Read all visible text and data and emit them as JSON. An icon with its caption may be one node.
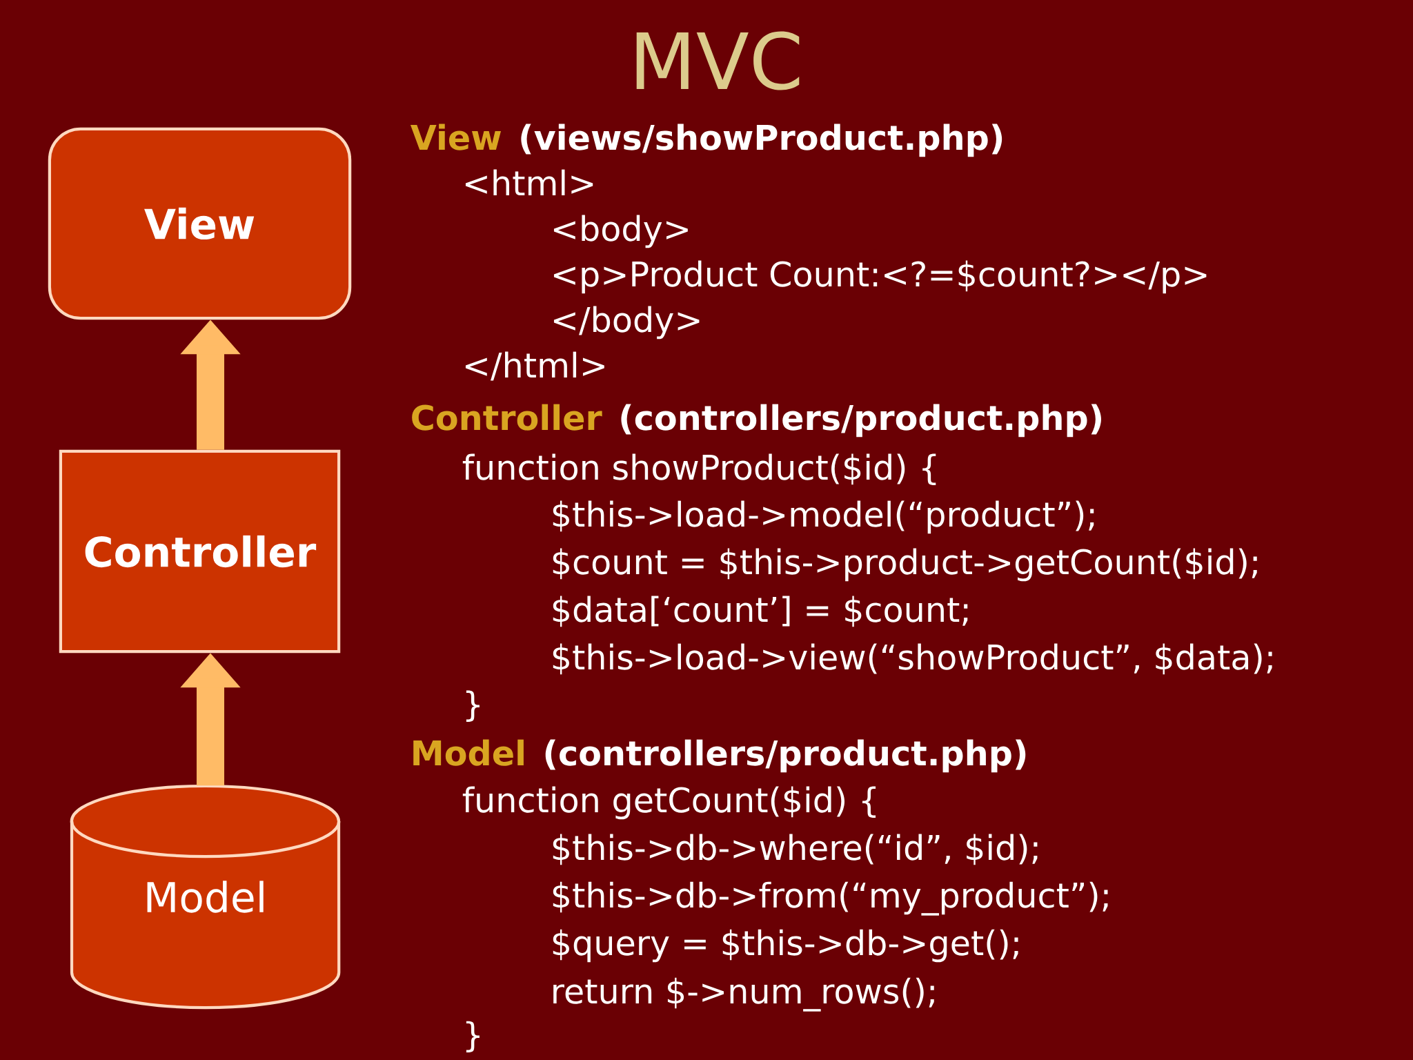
{
  "diagram": {
    "title": "MVC",
    "nodes": [
      {
        "text": [
          "View"
        ]
      },
      {
        "text": [
          "Controller"
        ]
      },
      {
        "text": [
          "Model"
        ]
      }
    ],
    "edges": [
      {
        "from": 1,
        "to": 0,
        "arrow": "to"
      },
      {
        "from": 2,
        "to": 1,
        "arrow": "to"
      }
    ],
    "labels": [
      "View",
      "(views/showProduct.php)",
      "<html>",
      "<body>",
      "<p>Product Count:<?=$count?></p>",
      "</body>",
      "</html>",
      "Controller",
      "(controllers/product.php)",
      "function showProduct($id) {",
      "$this->load->model(“product”);",
      "$count = $this->product->getCount($id);",
      "$data[‘count’] = $count;",
      "$this->load->view(“showProduct”, $data);",
      "}",
      "Model",
      "(controllers/product.php)",
      "function getCount($id) {",
      "$this->db->where(“id”, $id);",
      "$this->db->from(“my_product”);",
      "$query = $this->db->get();",
      "return $->num_rows();",
      "}"
    ]
  }
}
